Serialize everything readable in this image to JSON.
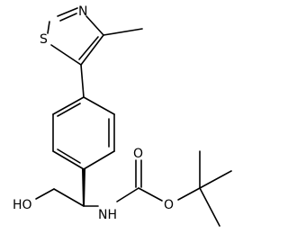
{
  "structure": {
    "atoms": {
      "N": "N",
      "S": "S",
      "HO": "HO",
      "NH": "NH",
      "O_carbonyl": "O",
      "O_ester": "O"
    },
    "colors": {
      "bond": "#000000",
      "label": "#000000",
      "background": "#ffffff"
    }
  }
}
